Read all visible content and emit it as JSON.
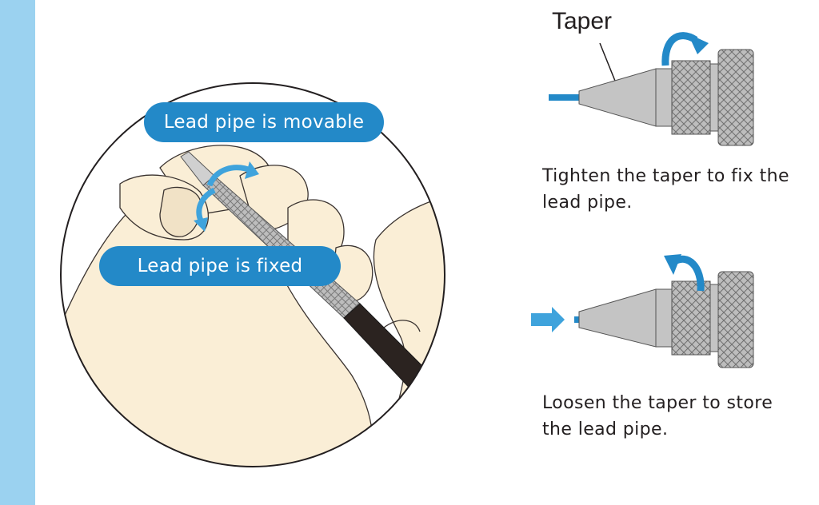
{
  "labels": {
    "movable": "Lead pipe is movable",
    "fixed": "Lead pipe is fixed",
    "taper": "Taper"
  },
  "captions": {
    "tighten": "Tighten the taper to fix the lead pipe.",
    "loosen": "Loosen the taper to store the lead pipe."
  },
  "colors": {
    "sidebar": "#9bd2f0",
    "accent_blue": "#2389c8",
    "arrow_blue": "#3fa3dc",
    "skin": "#faeed6",
    "metal": "#c4c4c4",
    "dark_grip": "#2b2320"
  }
}
